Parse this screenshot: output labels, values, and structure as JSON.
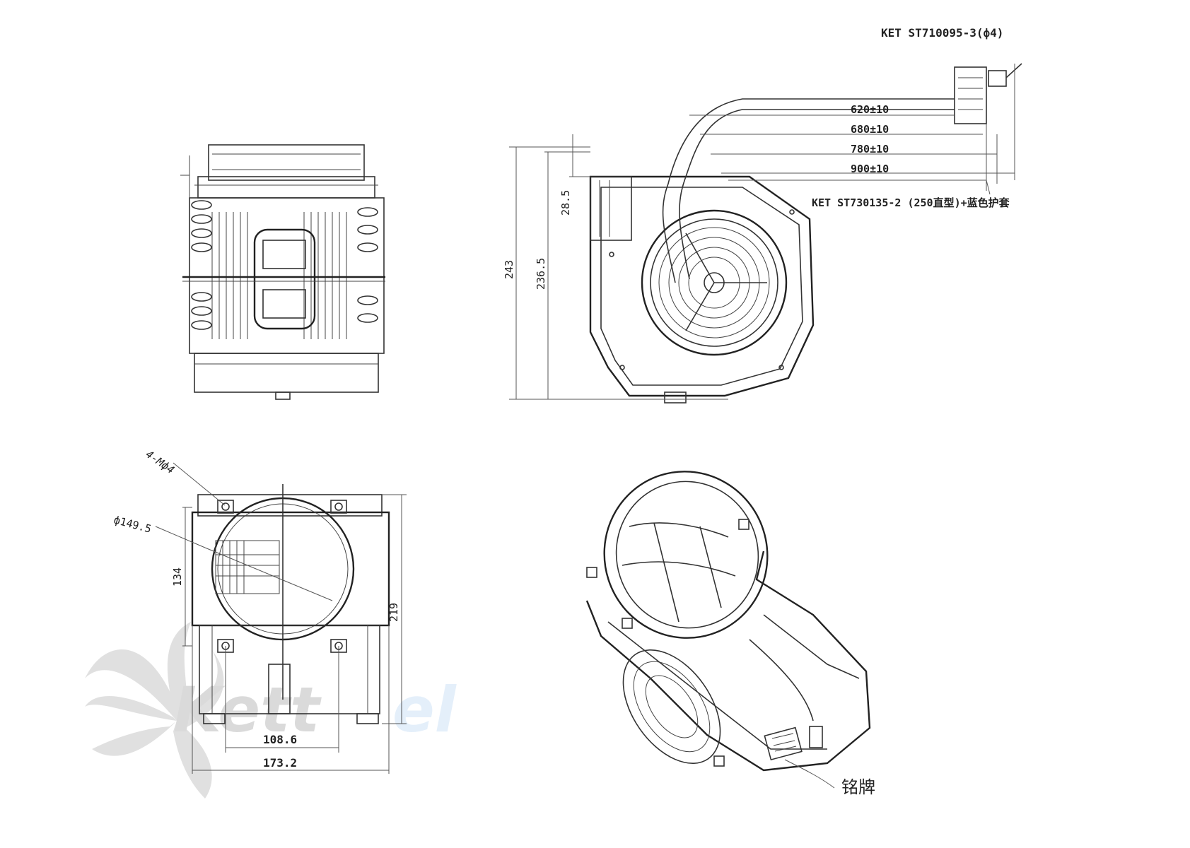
{
  "callouts": {
    "connector_top": "KET ST710095-3(ф4)",
    "connector_bottom": "KET ST730135-2 (250直型)+蓝色护套",
    "holes": "4-Mф4",
    "nameplate": "铭牌"
  },
  "wire_lengths": [
    "620±10",
    "680±10",
    "780±10",
    "900±10"
  ],
  "dimensions": {
    "height_total": "243",
    "height_body": "236.5",
    "top_offset": "28.5",
    "inlet_diameter": "ф149.5",
    "hole_spacing_v": "134",
    "height_mount": "219",
    "hole_spacing_h": "108.6",
    "width_total": "173.2"
  },
  "watermark": {
    "text_dark": "Kett",
    "text_light": "el"
  },
  "colors": {
    "line": "#333333",
    "watermark_gray": "#bcbcbc",
    "watermark_blue": "#cfe3f6"
  }
}
